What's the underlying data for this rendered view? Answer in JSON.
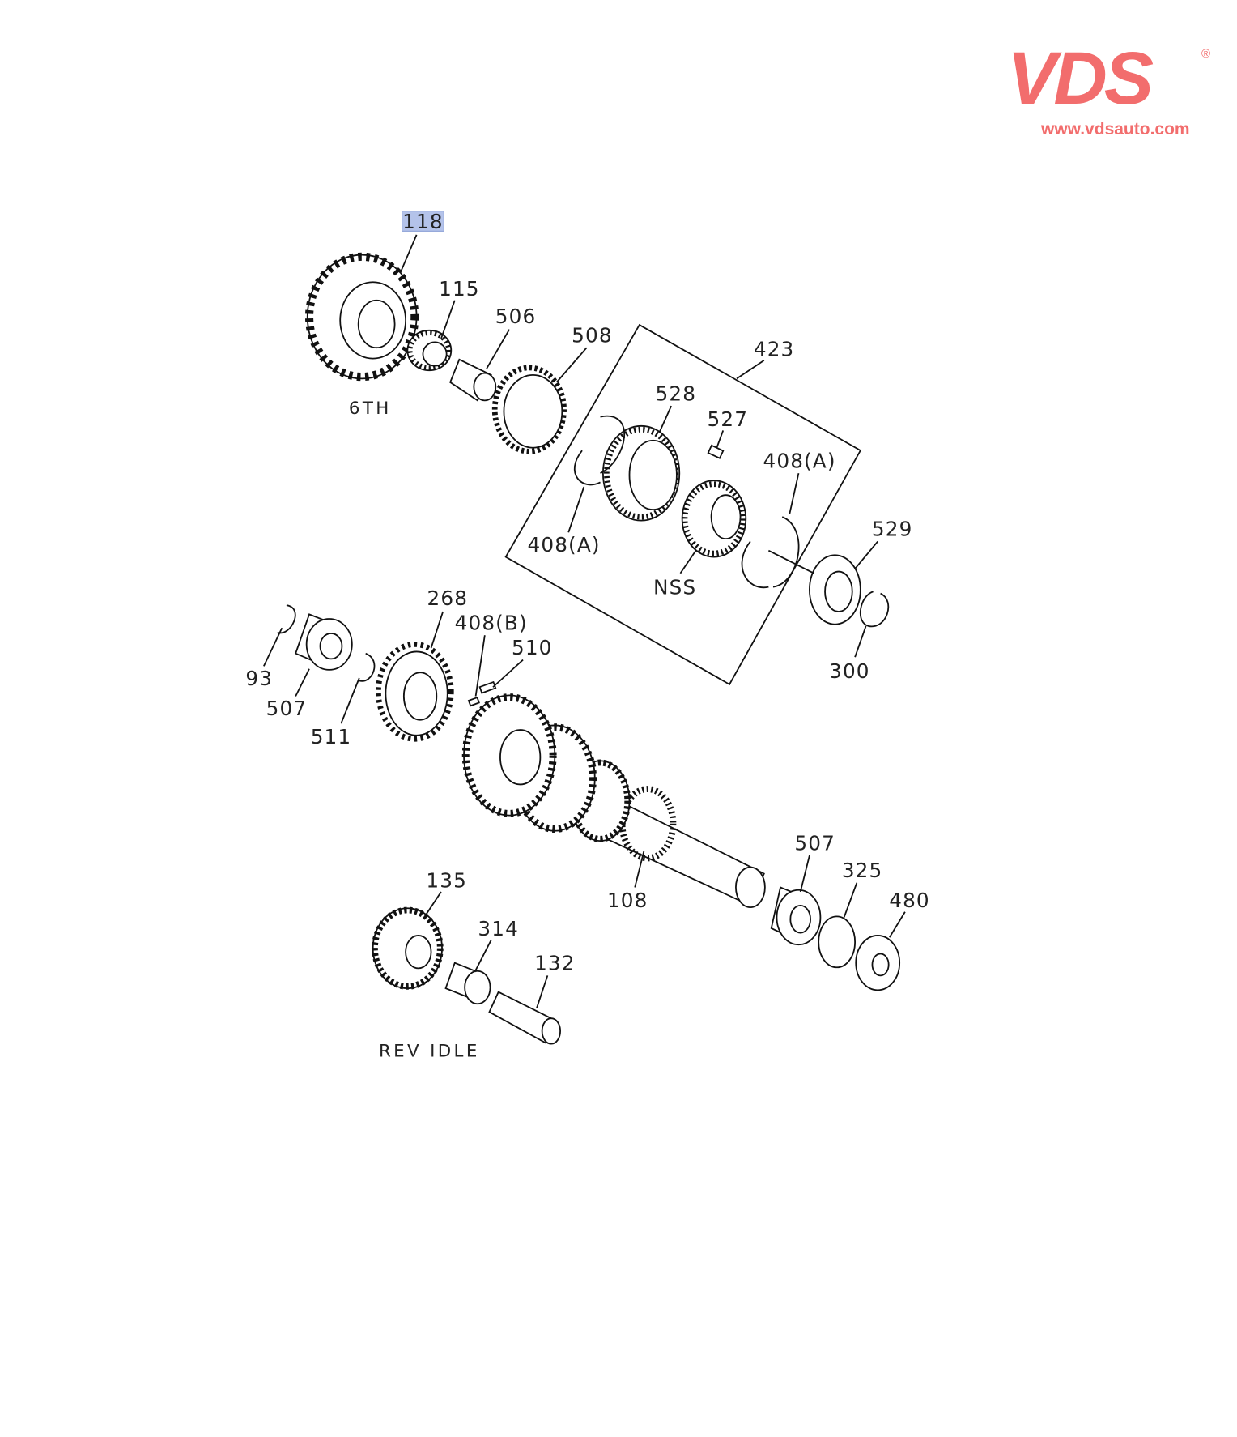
{
  "logo": {
    "mark": "VDS",
    "registered": "®",
    "url": "www.vdsauto.com",
    "color": "#f26d6d"
  },
  "highlight_color": "#b4c3ea",
  "labels": {
    "p118": "118",
    "p115": "115",
    "p506": "506",
    "p508": "508",
    "p423": "423",
    "p528": "528",
    "p527": "527",
    "p408a_right": "408(A)",
    "p529": "529",
    "p408a_left": "408(A)",
    "nss": "NSS",
    "p300": "300",
    "p268": "268",
    "p408b": "408(B)",
    "p510": "510",
    "p93": "93",
    "p507_left": "507",
    "p511": "511",
    "sixth": "6TH",
    "p507_right": "507",
    "p325": "325",
    "p480": "480",
    "p135": "135",
    "p108": "108",
    "p314": "314",
    "p132": "132",
    "rev_idle": "REV IDLE"
  }
}
